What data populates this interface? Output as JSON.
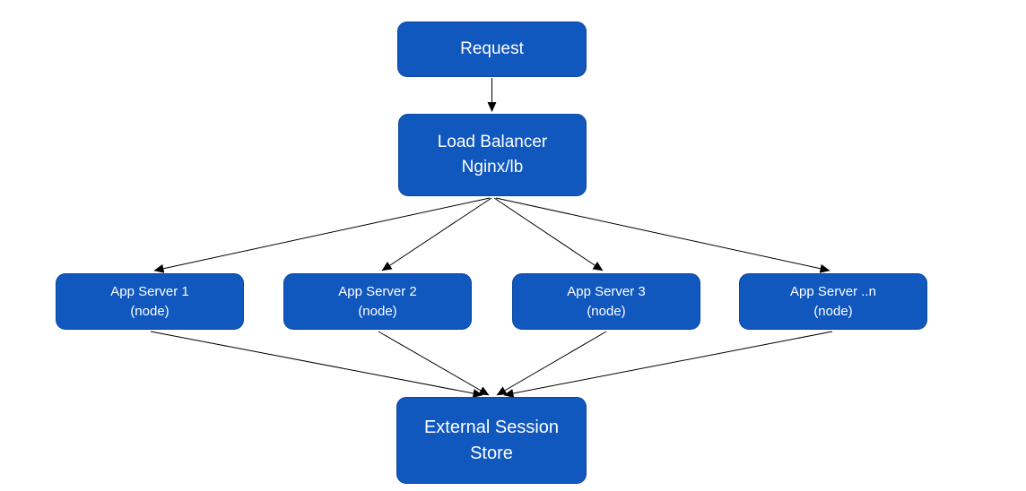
{
  "diagram": {
    "type": "flowchart",
    "background_color": "#FFFFFF",
    "node_fill_color": "#1057BE",
    "node_text_color": "#FFFFFF",
    "arrow_color": "#000000",
    "nodes": {
      "request": {
        "label": "Request"
      },
      "load_balancer": {
        "label": "Load Balancer\nNginx/lb"
      },
      "app_server_1": {
        "label": "App Server 1\n(node)"
      },
      "app_server_2": {
        "label": "App Server 2\n(node)"
      },
      "app_server_3": {
        "label": "App Server 3\n(node)"
      },
      "app_server_n": {
        "label": "App Server ..n\n(node)"
      },
      "external_session_store": {
        "label": "External Session\nStore"
      }
    },
    "edges": [
      {
        "from": "request",
        "to": "load_balancer"
      },
      {
        "from": "load_balancer",
        "to": "app_server_1"
      },
      {
        "from": "load_balancer",
        "to": "app_server_2"
      },
      {
        "from": "load_balancer",
        "to": "app_server_3"
      },
      {
        "from": "load_balancer",
        "to": "app_server_n"
      },
      {
        "from": "app_server_1",
        "to": "external_session_store"
      },
      {
        "from": "app_server_2",
        "to": "external_session_store"
      },
      {
        "from": "app_server_3",
        "to": "external_session_store"
      },
      {
        "from": "app_server_n",
        "to": "external_session_store"
      }
    ]
  }
}
